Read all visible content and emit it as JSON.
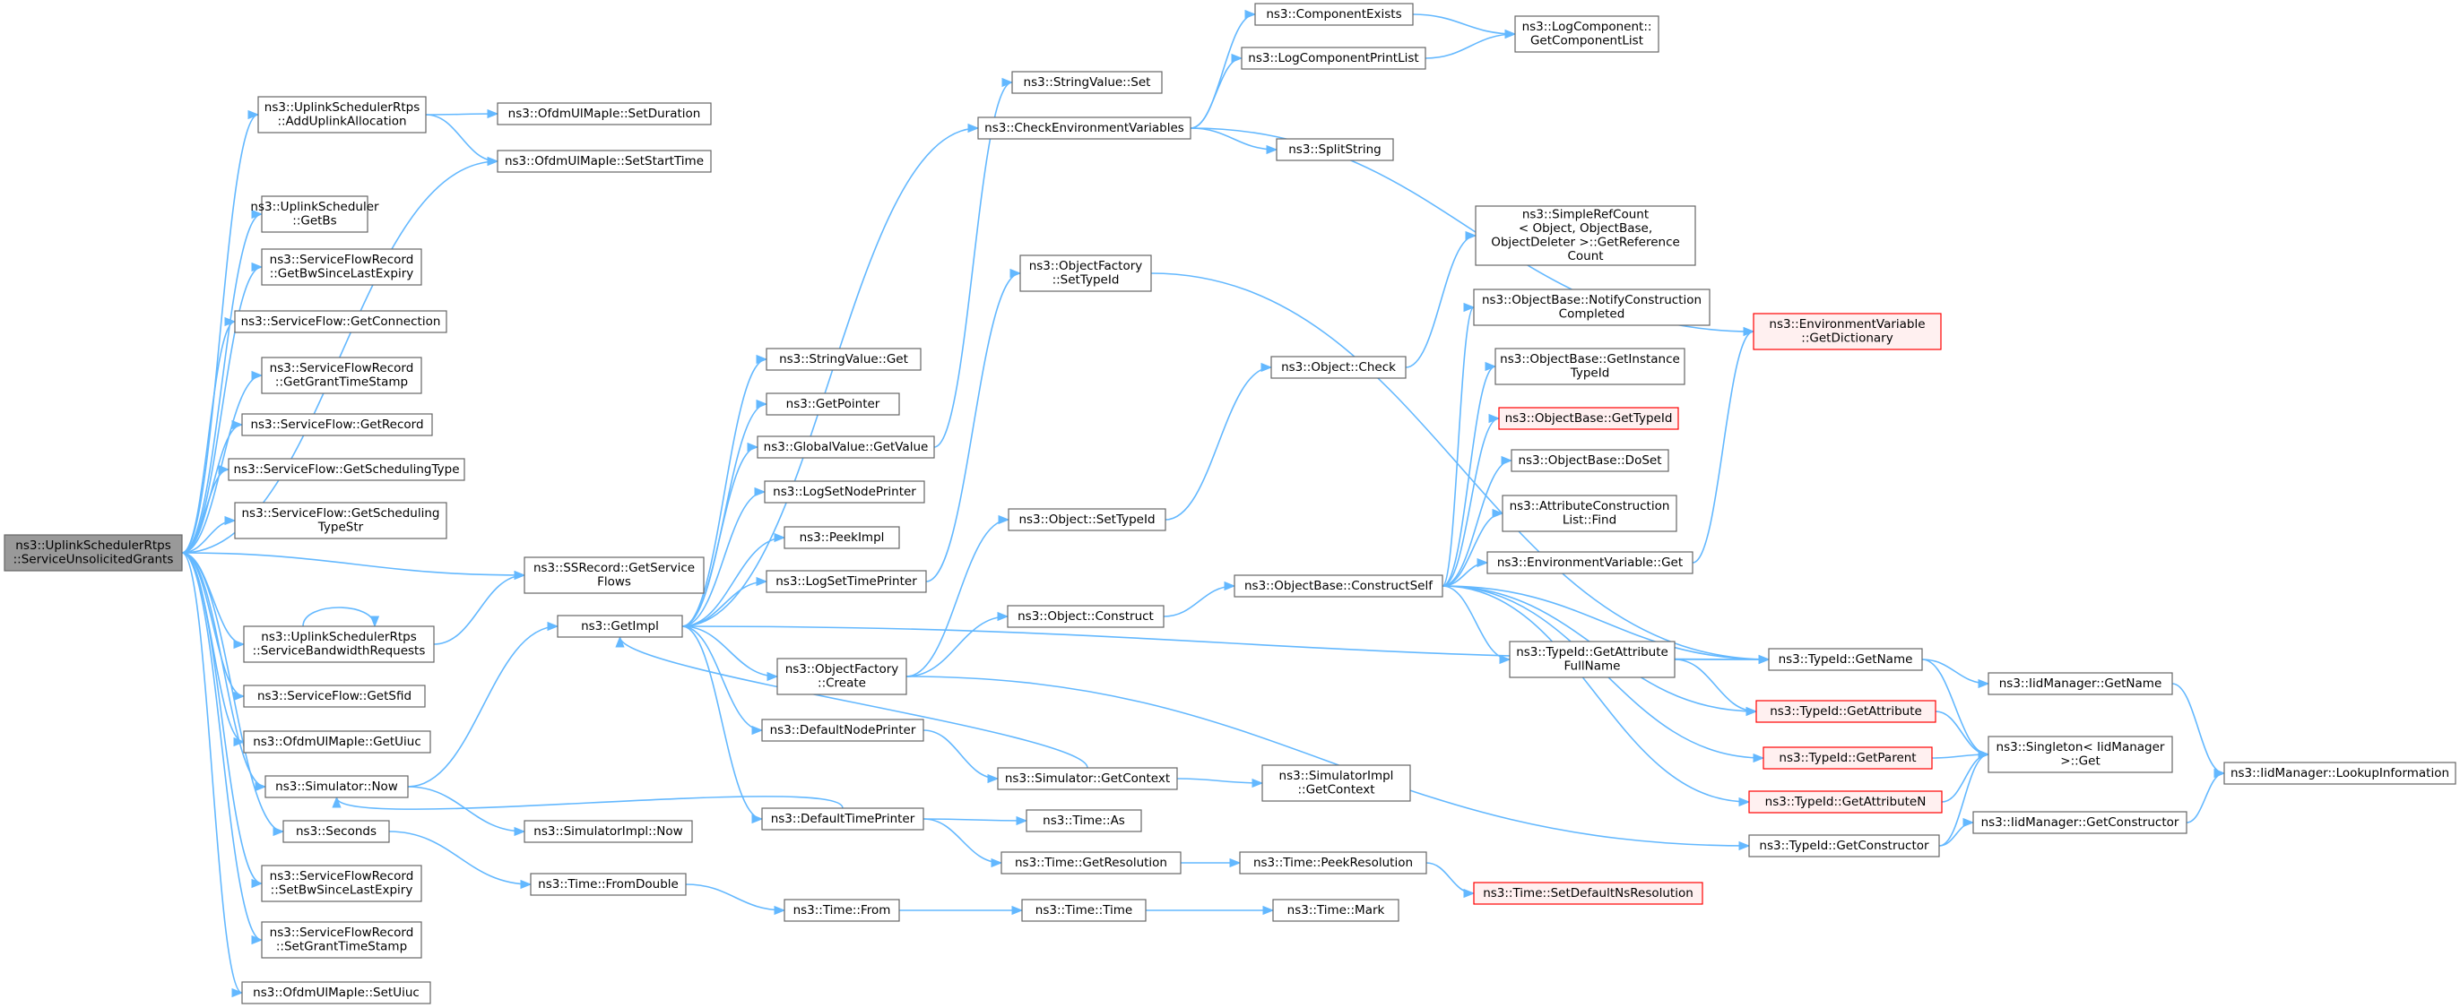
{
  "colors": {
    "edge": "#63b8ff",
    "node_border": "#666666",
    "root_fill": "#999999",
    "highlight_border": "#ff0000",
    "highlight_fill": "#fff0f0"
  },
  "nodes": [
    {
      "id": "root",
      "lines": [
        "ns3::UplinkSchedulerRtps",
        "::ServiceUnsolicitedGrants"
      ],
      "style": "root"
    },
    {
      "id": "addUplink",
      "lines": [
        "ns3::UplinkSchedulerRtps",
        "::AddUplinkAllocation"
      ]
    },
    {
      "id": "getBs",
      "lines": [
        "ns3::UplinkScheduler",
        "::GetBs"
      ]
    },
    {
      "id": "getBwSince",
      "lines": [
        "ns3::ServiceFlowRecord",
        "::GetBwSinceLastExpiry"
      ]
    },
    {
      "id": "getConnection",
      "lines": [
        "ns3::ServiceFlow::GetConnection"
      ]
    },
    {
      "id": "getGrantTs",
      "lines": [
        "ns3::ServiceFlowRecord",
        "::GetGrantTimeStamp"
      ]
    },
    {
      "id": "getRecord",
      "lines": [
        "ns3::ServiceFlow::GetRecord"
      ]
    },
    {
      "id": "getSchedType",
      "lines": [
        "ns3::ServiceFlow::GetSchedulingType"
      ]
    },
    {
      "id": "getSchedTypeStr",
      "lines": [
        "ns3::ServiceFlow::GetScheduling",
        "TypeStr"
      ]
    },
    {
      "id": "serviceBw",
      "lines": [
        "ns3::UplinkSchedulerRtps",
        "::ServiceBandwidthRequests"
      ]
    },
    {
      "id": "getSfid",
      "lines": [
        "ns3::ServiceFlow::GetSfid"
      ]
    },
    {
      "id": "getUiuc",
      "lines": [
        "ns3::OfdmUlMapIe::GetUiuc"
      ]
    },
    {
      "id": "simNow",
      "lines": [
        "ns3::Simulator::Now"
      ]
    },
    {
      "id": "seconds",
      "lines": [
        "ns3::Seconds"
      ]
    },
    {
      "id": "setBwSince",
      "lines": [
        "ns3::ServiceFlowRecord",
        "::SetBwSinceLastExpiry"
      ]
    },
    {
      "id": "setGrantTs",
      "lines": [
        "ns3::ServiceFlowRecord",
        "::SetGrantTimeStamp"
      ]
    },
    {
      "id": "setUiuc",
      "lines": [
        "ns3::OfdmUlMapIe::SetUiuc"
      ]
    },
    {
      "id": "setDuration",
      "lines": [
        "ns3::OfdmUlMapIe::SetDuration"
      ]
    },
    {
      "id": "setStartTime",
      "lines": [
        "ns3::OfdmUlMapIe::SetStartTime"
      ]
    },
    {
      "id": "ssGetServiceFlows",
      "lines": [
        "ns3::SSRecord::GetService",
        "Flows"
      ]
    },
    {
      "id": "getImpl",
      "lines": [
        "ns3::GetImpl"
      ]
    },
    {
      "id": "simImplNow",
      "lines": [
        "ns3::SimulatorImpl::Now"
      ]
    },
    {
      "id": "fromDouble",
      "lines": [
        "ns3::Time::FromDouble"
      ]
    },
    {
      "id": "strValGet",
      "lines": [
        "ns3::StringValue::Get"
      ]
    },
    {
      "id": "getPointer",
      "lines": [
        "ns3::GetPointer"
      ]
    },
    {
      "id": "gvGetValue",
      "lines": [
        "ns3::GlobalValue::GetValue"
      ]
    },
    {
      "id": "logSetNode",
      "lines": [
        "ns3::LogSetNodePrinter"
      ]
    },
    {
      "id": "peekImpl",
      "lines": [
        "ns3::PeekImpl"
      ]
    },
    {
      "id": "logSetTime",
      "lines": [
        "ns3::LogSetTimePrinter"
      ]
    },
    {
      "id": "ofCreate",
      "lines": [
        "ns3::ObjectFactory",
        "::Create"
      ]
    },
    {
      "id": "defNodePrinter",
      "lines": [
        "ns3::DefaultNodePrinter"
      ]
    },
    {
      "id": "defTimePrinter",
      "lines": [
        "ns3::DefaultTimePrinter"
      ]
    },
    {
      "id": "timeFrom",
      "lines": [
        "ns3::Time::From"
      ]
    },
    {
      "id": "strValSet",
      "lines": [
        "ns3::StringValue::Set"
      ]
    },
    {
      "id": "checkEnv",
      "lines": [
        "ns3::CheckEnvironmentVariables"
      ]
    },
    {
      "id": "ofSetTypeId",
      "lines": [
        "ns3::ObjectFactory",
        "::SetTypeId"
      ]
    },
    {
      "id": "objSetTypeId",
      "lines": [
        "ns3::Object::SetTypeId"
      ]
    },
    {
      "id": "objConstruct",
      "lines": [
        "ns3::Object::Construct"
      ]
    },
    {
      "id": "simGetContext",
      "lines": [
        "ns3::Simulator::GetContext"
      ]
    },
    {
      "id": "timeAs",
      "lines": [
        "ns3::Time::As"
      ]
    },
    {
      "id": "timeGetRes",
      "lines": [
        "ns3::Time::GetResolution"
      ]
    },
    {
      "id": "timeTime",
      "lines": [
        "ns3::Time::Time"
      ]
    },
    {
      "id": "compExists",
      "lines": [
        "ns3::ComponentExists"
      ]
    },
    {
      "id": "logCompPrint",
      "lines": [
        "ns3::LogComponentPrintList"
      ]
    },
    {
      "id": "splitString",
      "lines": [
        "ns3::SplitString"
      ]
    },
    {
      "id": "objCheck",
      "lines": [
        "ns3::Object::Check"
      ]
    },
    {
      "id": "obConstructSelf",
      "lines": [
        "ns3::ObjectBase::ConstructSelf"
      ]
    },
    {
      "id": "simImplGetCtx",
      "lines": [
        "ns3::SimulatorImpl",
        "::GetContext"
      ]
    },
    {
      "id": "timePeekRes",
      "lines": [
        "ns3::Time::PeekResolution"
      ]
    },
    {
      "id": "timeMark",
      "lines": [
        "ns3::Time::Mark"
      ]
    },
    {
      "id": "logCompGetList",
      "lines": [
        "ns3::LogComponent::",
        "GetComponentList"
      ]
    },
    {
      "id": "simpleRefCount",
      "lines": [
        "ns3::SimpleRefCount",
        "< Object, ObjectBase,",
        "ObjectDeleter >::GetReference",
        "Count"
      ]
    },
    {
      "id": "obNotify",
      "lines": [
        "ns3::ObjectBase::NotifyConstruction",
        "Completed"
      ]
    },
    {
      "id": "obGetInstance",
      "lines": [
        "ns3::ObjectBase::GetInstance",
        "TypeId"
      ]
    },
    {
      "id": "obGetTypeId",
      "lines": [
        "ns3::ObjectBase::GetTypeId"
      ],
      "style": "red"
    },
    {
      "id": "obDoSet",
      "lines": [
        "ns3::ObjectBase::DoSet"
      ]
    },
    {
      "id": "attrFind",
      "lines": [
        "ns3::AttributeConstruction",
        "List::Find"
      ]
    },
    {
      "id": "envGet",
      "lines": [
        "ns3::EnvironmentVariable::Get"
      ]
    },
    {
      "id": "tidGetAttrFull",
      "lines": [
        "ns3::TypeId::GetAttribute",
        "FullName"
      ]
    },
    {
      "id": "tidGetAttr",
      "lines": [
        "ns3::TypeId::GetAttribute"
      ],
      "style": "red"
    },
    {
      "id": "tidGetParent",
      "lines": [
        "ns3::TypeId::GetParent"
      ],
      "style": "red"
    },
    {
      "id": "tidGetAttrN",
      "lines": [
        "ns3::TypeId::GetAttributeN"
      ],
      "style": "red"
    },
    {
      "id": "tidGetCtor",
      "lines": [
        "ns3::TypeId::GetConstructor"
      ]
    },
    {
      "id": "timeSetDefNs",
      "lines": [
        "ns3::Time::SetDefaultNsResolution"
      ],
      "style": "red"
    },
    {
      "id": "envGetDict",
      "lines": [
        "ns3::EnvironmentVariable",
        "::GetDictionary"
      ],
      "style": "red"
    },
    {
      "id": "tidGetName",
      "lines": [
        "ns3::TypeId::GetName"
      ]
    },
    {
      "id": "iidGetName",
      "lines": [
        "ns3::IidManager::GetName"
      ]
    },
    {
      "id": "singletonGet",
      "lines": [
        "ns3::Singleton< IidManager",
        ">::Get"
      ]
    },
    {
      "id": "iidGetCtor",
      "lines": [
        "ns3::IidManager::GetConstructor"
      ]
    },
    {
      "id": "iidLookup",
      "lines": [
        "ns3::IidManager::LookupInformation"
      ]
    }
  ]
}
